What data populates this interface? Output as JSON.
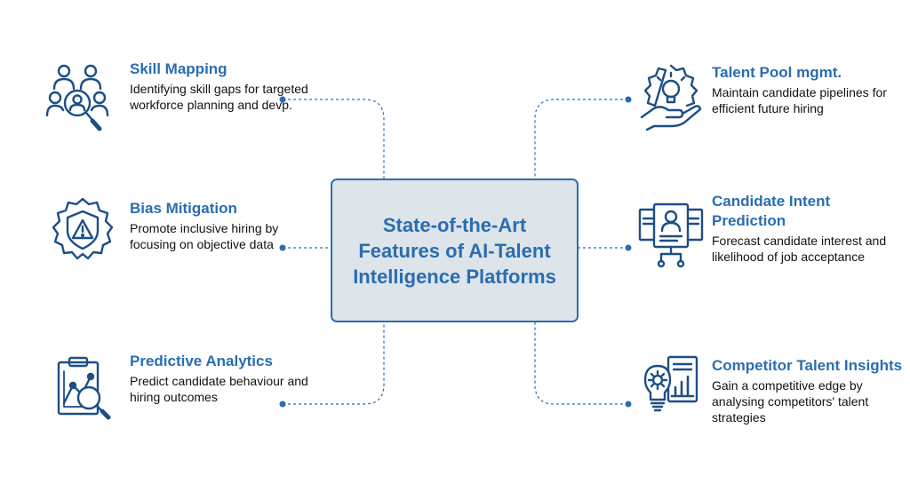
{
  "center": {
    "title": "State-of-the-Art Features of AI-Talent Intelligence Platforms"
  },
  "colors": {
    "accent": "#2a6db1",
    "box_fill": "#dde4ea",
    "icon": "#1d4e85",
    "text": "#111111"
  },
  "features": [
    {
      "title": "Skill Mapping",
      "description": "Identifying skill gaps for targeted workforce planning and devp.",
      "icon": "people-search-icon"
    },
    {
      "title": "Bias Mitigation",
      "description": "Promote inclusive hiring by focusing on objective data",
      "icon": "gear-warning-icon"
    },
    {
      "title": "Predictive Analytics",
      "description": "Predict candidate behaviour and hiring outcomes",
      "icon": "clipboard-chart-icon"
    },
    {
      "title": "Talent Pool mgmt.",
      "description": "Maintain candidate pipelines for efficient future hiring",
      "icon": "gear-hand-lightbulb-icon"
    },
    {
      "title": "Candidate Intent Prediction",
      "description": "Forecast candidate interest and likelihood of job acceptance",
      "icon": "profile-documents-icon"
    },
    {
      "title": "Competitor Talent Insights",
      "description": "Gain a competitive edge by analysing competitors' talent strategies",
      "icon": "bulb-gear-report-icon"
    }
  ]
}
